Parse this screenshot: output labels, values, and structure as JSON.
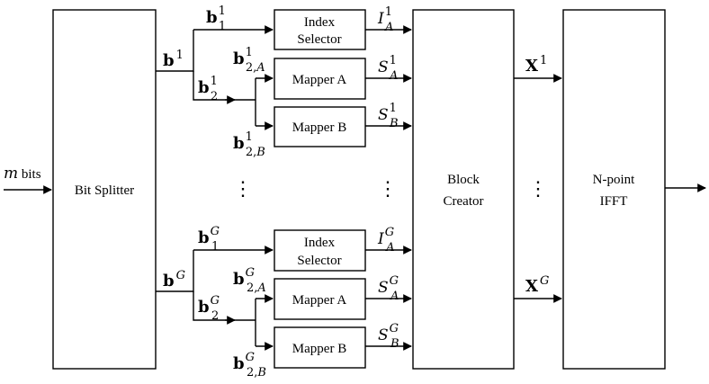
{
  "input_label": {
    "var": "m",
    "text": " bits"
  },
  "blocks": {
    "bit_splitter": "Bit Splitter",
    "index_selector": [
      "Index",
      "Selector"
    ],
    "mapper_a": "Mapper A",
    "mapper_b": "Mapper B",
    "block_creator": [
      "Block",
      "Creator"
    ],
    "ifft": [
      "N-point",
      "IFFT"
    ]
  },
  "group_top": {
    "b": {
      "base": "b",
      "sup": "1"
    },
    "b1": {
      "base": "b",
      "sup": "1",
      "sub": "1"
    },
    "b2": {
      "base": "b",
      "sup": "1",
      "sub": "2"
    },
    "b2A": {
      "base": "b",
      "sup": "1",
      "sub": "2,",
      "subi": "A"
    },
    "b2B": {
      "base": "b",
      "sup": "1",
      "sub": "2,",
      "subi": "B"
    },
    "IA": {
      "base": "I",
      "sup": "1",
      "subi": "A"
    },
    "SA": {
      "base": "S",
      "sup": "1",
      "subi": "A"
    },
    "SB": {
      "base": "S",
      "sup": "1",
      "subi": "B"
    },
    "X": {
      "base": "X",
      "sup": "1"
    }
  },
  "group_bottom": {
    "b": {
      "base": "b",
      "sup": "G"
    },
    "b1": {
      "base": "b",
      "sup": "G",
      "sub": "1"
    },
    "b2": {
      "base": "b",
      "sup": "G",
      "sub": "2"
    },
    "b2A": {
      "base": "b",
      "sup": "G",
      "sub": "2,",
      "subi": "A"
    },
    "b2B": {
      "base": "b",
      "sup": "G",
      "sub": "2,",
      "subi": "B"
    },
    "IA": {
      "base": "I",
      "sup": "G",
      "subi": "A"
    },
    "SA": {
      "base": "S",
      "sup": "G",
      "subi": "A"
    },
    "SB": {
      "base": "S",
      "sup": "G",
      "subi": "B"
    },
    "X": {
      "base": "X",
      "sup": "G"
    }
  },
  "ellipsis": "⋮"
}
